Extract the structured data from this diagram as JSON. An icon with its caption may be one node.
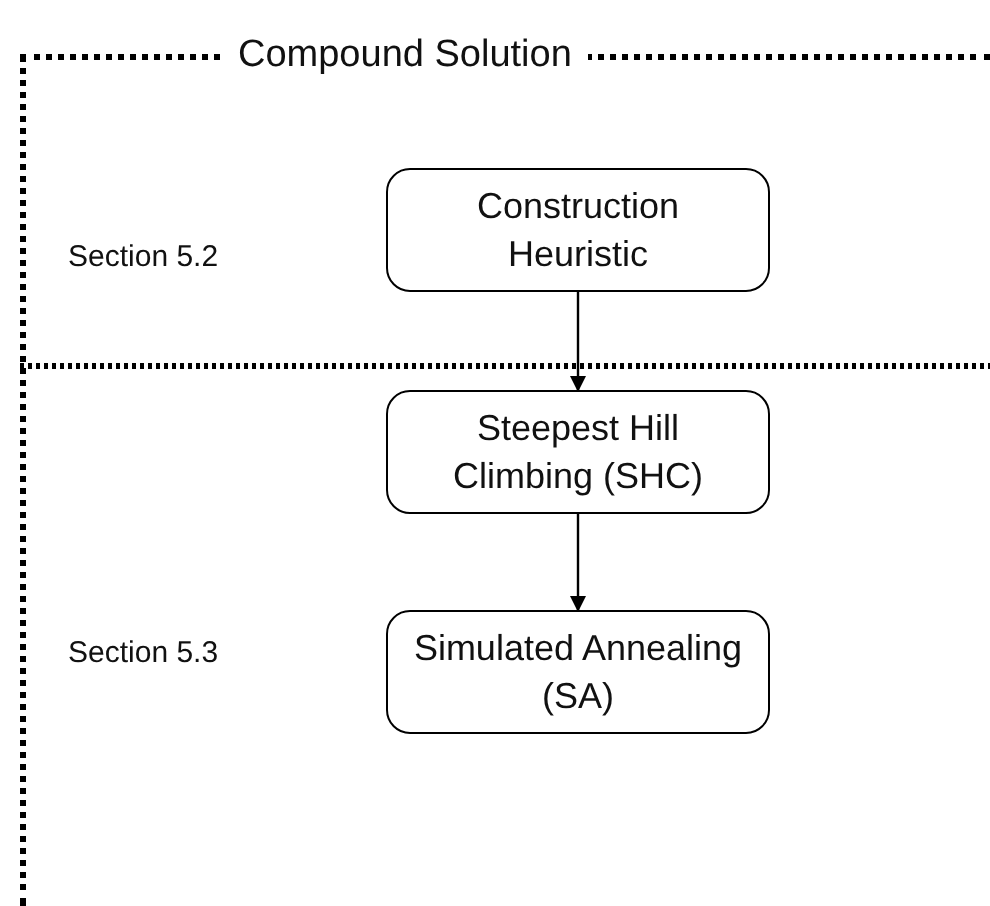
{
  "diagram": {
    "nodes": [
      {
        "text": [
          "Compound Solution"
        ]
      },
      {
        "text": [
          "Construction Heuristic"
        ],
        "in": 0
      },
      {
        "text": [
          "Steepest Hill Climbing (SHC)"
        ],
        "in": 0
      },
      {
        "text": [
          "Simulated Annealing (SA)"
        ],
        "in": 0
      }
    ],
    "edges": [
      {
        "from": 1,
        "to": 2,
        "arrow": "to"
      },
      {
        "from": 2,
        "to": 3,
        "arrow": "to"
      }
    ],
    "labels": [
      "Section 5.2",
      "Section 5.3"
    ]
  }
}
